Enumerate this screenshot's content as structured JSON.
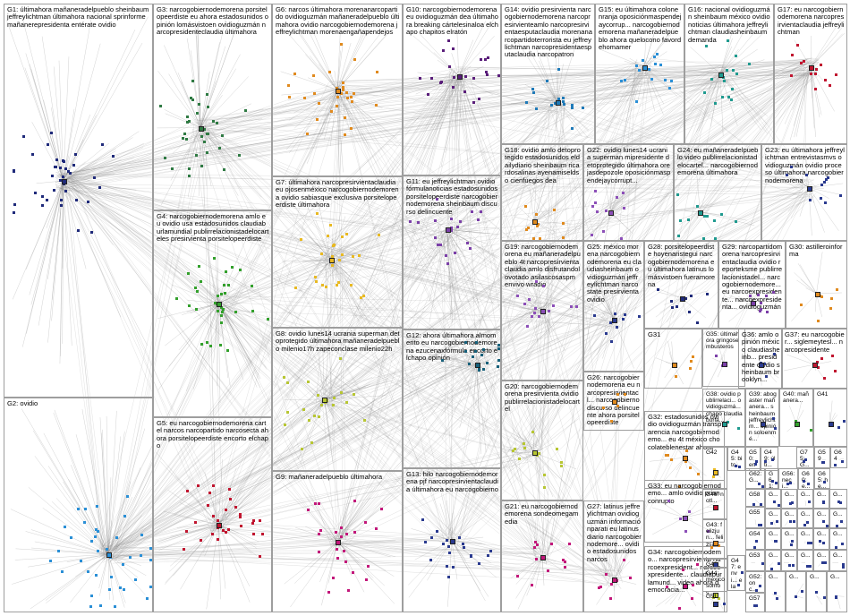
{
  "groups": [
    {
      "id": "G1",
      "label": "G1: últimahora mañaneradelpueblo sheinbaum jeffreylichtman últimahora nacional sprinforme mañanerepresidenta entérate ovidio",
      "color": "#1f2a7a"
    },
    {
      "id": "G2",
      "label": "G2: ovidio",
      "color": "#2a8fd6"
    },
    {
      "id": "G3",
      "label": "G3: narcogobiernodemorena porsitelopeerdiste eu ahora estadosunidos opinión lomásvistoen ovidioguzmán narcopresidenteclaudia últimahora",
      "color": "#2f7a43"
    },
    {
      "id": "G4",
      "label": "G4: narcogobiernodemorena amlo eu ovidio usa estadosunidos claudiaburlamundial publirrelacionistadelocarteles presirvienta porsitelopeerdiste",
      "color": "#33a02c"
    },
    {
      "id": "G5",
      "label": "G5: eu narcogobiernodemorena cartel narcos narcopartido narcosecta ahora porsitelopeerdiste encorto elchapo",
      "color": "#c0152f"
    },
    {
      "id": "G6",
      "label": "G6: narcos últimahora morenanarcopartido ovidioguzmán mañaneradelpueblo últimahora ovidio narcogobiernodemorena jeffreylichtman morenaengañapendejos",
      "color": "#e08a1e"
    },
    {
      "id": "G7",
      "label": "G7: últimahora narcopresirvientaclaudia eu ojosenméxico narcogobiernodemorena ovidio sabiasque exclusiva porsitelopeerdiste últimahora",
      "color": "#e8b923"
    },
    {
      "id": "G8",
      "label": "G8: ovidio lunes14 ucrania superman detoprotegido últimahora mañaneradelpueblo milenio17h zapeconclase milenio22h",
      "color": "#b7c633"
    },
    {
      "id": "G9",
      "label": "G9: mañaneradelpueblo últimahora",
      "color": "#c2177a"
    },
    {
      "id": "G10",
      "label": "G10: narcogobiernodemorena eu ovidioguzmán dea últimahora breaking cártelesinaloa elchapo chapitos elratón",
      "color": "#5a1e7a"
    },
    {
      "id": "G11",
      "label": "G11: eu jeffreylichtman ovidio fórmulanoticias estadosunidos porsitelopeerdiste narcogobiernodemorena sheinbaum discurso delincuente",
      "color": "#7b3fa8"
    },
    {
      "id": "G12",
      "label": "G12: ahora últimahora almomento eu narcogobiernodemorena ezucenaxfórmula encorto elchapo opinión",
      "color": "#17607a"
    },
    {
      "id": "G13",
      "label": "G13: hilo narcogobiernodemorena pjf narcopresirvientaclaudia últimahora eu narcogobierno",
      "color": "#2a3a8f"
    },
    {
      "id": "G14",
      "label": "G14: ovidio presirvienta narcogobiernodemorena narcopresirvienteamlo narcopresirvientaesputaclaudia morenanarcopartidoterrorista eu jeffreylichtman narcopresidentaesputaclaudia narcopatron",
      "color": "#1f7ab8"
    },
    {
      "id": "G15",
      "label": "G15: eu últimahora colonenranja oposiciónmaspendejaycorrup... narcogobiernodemorena mañaneradelpueblo ahora quelocono favordehomamer",
      "color": "#2a8fd6"
    },
    {
      "id": "G16",
      "label": "G16: nacional ovidioguzmán sheinbaum méxico ovidio noticias últimahora jeffreylichtman claudiasheinbaum demanda",
      "color": "#1f9a8f"
    },
    {
      "id": "G17",
      "label": "G17: eu narcogobiernodemorena narcopresirvientaclaudia jeffreylichtman",
      "color": "#c0152f"
    },
    {
      "id": "G18",
      "label": "G18: ovidio amlo detoprotegido estadosunidos eldailydiario sheinbaum ricardosalinas ayenamiseldso cienfuegos dea",
      "color": "#e08a1e"
    },
    {
      "id": "G19",
      "label": "G19: narcogobiernodemorena eu mañaneradelpueblo 4t narcopresirvientaclaudia amlo disfrutandolovotado asilascosaspm envivo wradio",
      "color": "#8c4fb8"
    },
    {
      "id": "G20",
      "label": "G20: narcogobiernodemorena presirvienta ovidio publirrelacionistadelocartel",
      "color": "#b7c633"
    },
    {
      "id": "G21",
      "label": "G21: eu narcogobiernodemorena sondeomegamedia",
      "color": "#c2177a"
    },
    {
      "id": "G22",
      "label": "G22: ovidio lunes14 ucrania superman mipresidente detoprotegido últimahora orejasdepozole oposiciónmaspendejaycorrupt...",
      "color": "#8c4fb8"
    },
    {
      "id": "G23",
      "label": "G23: eu últimahora jeffreylichtman entrevistasmvs ovidioguzmán ovidio proceso últimahora narcogobiernodemorena",
      "color": "#2a3a8f"
    },
    {
      "id": "G24",
      "label": "G24: eu mañaneradelpueblo video publirrelacionistadelocartel... narcogobiernodemorena últimahora",
      "color": "#1f9a8f"
    },
    {
      "id": "G25",
      "label": "G25: méxico morena narcogobiernodemorena eu claudiasheinbaum ovidioguzmán jeffreylichtman narcostate presirvienta ovidio",
      "color": "#2a3a8f"
    },
    {
      "id": "G26",
      "label": "G26: narcogobiernodemorena eu narcopresirvientacl... narcogobierno discurso delincuente ahora porsitelopeerdiste",
      "color": "#e08a1e"
    },
    {
      "id": "G27",
      "label": "G27: latinus jeffreylichtman ovidioguzmán informaciónparati eu latinusdiario narcogobiernodemore... ovidio estadosunidos narcos",
      "color": "#c2177a"
    },
    {
      "id": "G28",
      "label": "G28: porsitelopeerdiste hoyenaristegui narcogobiernodemorena eu últimahora latinus lomásvistoen fueramorena",
      "color": "#1f2a7a"
    },
    {
      "id": "G29",
      "label": "G29: narcopartidomorena narcopresirvientaclaudia ovidio reporteksme publirrelacionistadel... narcogobiernodemore... eu narcoexpresidente... narcoexpresidenta... ovidioguzmán",
      "color": "#7b3fa8"
    },
    {
      "id": "G30",
      "label": "G30: astilleroinforma",
      "color": "#e08a1e"
    },
    {
      "id": "G31",
      "label": "G31",
      "color": "#e08a1e"
    },
    {
      "id": "G32",
      "label": "G32: estadosunidos ovidio ovidioguzmán transparencia narcogobiernodemo... eu 4t méxico chocolateblenestar ahora",
      "color": "#e08a1e"
    },
    {
      "id": "G33",
      "label": "G33: eu narcogobiernodemo... amlo ovidio prianconrupto",
      "color": "#8c4fb8"
    },
    {
      "id": "G34",
      "label": "G34: narcogobiernodemo... narcopresirvienta narcoexpresident... narcoexpresidente... claudiaburlamund... video ahora democracia...",
      "color": "#c2177a"
    },
    {
      "id": "G35",
      "label": "G35: últimahora gringosembusteros",
      "color": "#7b3fa8"
    },
    {
      "id": "G36",
      "label": "G36: amlo opinión méxico claudiasheinb... presidente ovidio sheinbaum brooklyn...",
      "color": "#2a3a8f"
    },
    {
      "id": "G37",
      "label": "G37: eu narcogobier... siglemeytesl... narcopresidente",
      "color": "#c0152f"
    },
    {
      "id": "G38",
      "label": "G38: ovidio publirrelaci... ovidioguzmá... chapo claudiaburla...",
      "color": "#1f9a8f"
    },
    {
      "id": "G39",
      "label": "G39: abogaster mañanera... sheinbaum jeffreylichtm... opinión soloenmé...",
      "color": "#2a3a8f"
    },
    {
      "id": "G40",
      "label": "G40: mañanera...",
      "color": "#33a02c"
    },
    {
      "id": "G41",
      "label": "G41",
      "color": "#2a3a8f"
    },
    {
      "id": "G42",
      "label": "G42",
      "color": "#e8b923"
    },
    {
      "id": "G43",
      "label": "G43: felizjun... felizsá...",
      "color": "#e08a1e"
    },
    {
      "id": "G44",
      "label": "G44: méxico somos...",
      "color": "#b7c633"
    },
    {
      "id": "G45",
      "label": "G45: bitc... tru...",
      "color": "#2a3a8f"
    },
    {
      "id": "G46",
      "label": "G46: notl...",
      "color": "#c0152f"
    },
    {
      "id": "G47",
      "label": "G47: envi... elas...",
      "color": "#2a3a8f"
    },
    {
      "id": "G48",
      "label": "G48",
      "color": "#2a3a8f"
    },
    {
      "id": "G49",
      "label": "G49: últi...",
      "color": "#2a3a8f"
    },
    {
      "id": "G50",
      "label": "G50: eni...",
      "color": "#2a3a8f"
    },
    {
      "id": "G51",
      "label": "G51",
      "color": "#2a3a8f"
    },
    {
      "id": "G52",
      "label": "G52: onc...",
      "color": "#2a3a8f"
    },
    {
      "id": "G53",
      "label": "G53",
      "color": "#2a3a8f"
    },
    {
      "id": "G54",
      "label": "G54",
      "color": "#2a3a8f"
    },
    {
      "id": "G55",
      "label": "G55",
      "color": "#2a3a8f"
    },
    {
      "id": "G56",
      "label": "G56: neci...",
      "color": "#2a3a8f"
    },
    {
      "id": "G57",
      "label": "G57",
      "color": "#2a3a8f"
    },
    {
      "id": "G58",
      "label": "G58",
      "color": "#2a3a8f"
    },
    {
      "id": "G59",
      "label": "G59",
      "color": "#2a3a8f"
    },
    {
      "id": "G60",
      "label": "G60: e...",
      "color": "#2a3a8f"
    },
    {
      "id": "G61",
      "label": "G61: 14...",
      "color": "#2a3a8f"
    },
    {
      "id": "G62",
      "label": "G62: G...",
      "color": "#2a3a8f"
    },
    {
      "id": "G63",
      "label": "G63",
      "color": "#2a3a8f"
    },
    {
      "id": "G64",
      "label": "G64",
      "color": "#2a3a8f"
    },
    {
      "id": "G65",
      "label": "G65: he...",
      "color": "#2a3a8f"
    },
    {
      "id": "G66",
      "label": "G...",
      "color": "#2a3a8f"
    },
    {
      "id": "G67",
      "label": "G...",
      "color": "#2a3a8f"
    },
    {
      "id": "G68",
      "label": "G...",
      "color": "#2a3a8f"
    },
    {
      "id": "G69",
      "label": "G...",
      "color": "#2a3a8f"
    },
    {
      "id": "G70",
      "label": "G...",
      "color": "#2a3a8f"
    },
    {
      "id": "G71",
      "label": "G...",
      "color": "#2a3a8f"
    },
    {
      "id": "G72",
      "label": "G...",
      "color": "#2a3a8f"
    },
    {
      "id": "G73",
      "label": "G...",
      "color": "#2a3a8f"
    },
    {
      "id": "G74",
      "label": "G...",
      "color": "#2a3a8f"
    },
    {
      "id": "G75",
      "label": "G75: G...",
      "color": "#2a3a8f"
    },
    {
      "id": "G76",
      "label": "G...",
      "color": "#2a3a8f"
    },
    {
      "id": "G77",
      "label": "G...",
      "color": "#2a3a8f"
    },
    {
      "id": "G78",
      "label": "G...",
      "color": "#2a3a8f"
    },
    {
      "id": "G79",
      "label": "G...",
      "color": "#2a3a8f"
    },
    {
      "id": "G80",
      "label": "G...",
      "color": "#2a3a8f"
    },
    {
      "id": "G81",
      "label": "G...",
      "color": "#2a3a8f"
    },
    {
      "id": "G82",
      "label": "G...",
      "color": "#2a3a8f"
    },
    {
      "id": "G83",
      "label": "G...",
      "color": "#2a3a8f"
    },
    {
      "id": "G84",
      "label": "G...",
      "color": "#2a3a8f"
    },
    {
      "id": "G85",
      "label": "G...",
      "color": "#2a3a8f"
    },
    {
      "id": "G86",
      "label": "G...",
      "color": "#2a3a8f"
    },
    {
      "id": "G87",
      "label": "G...",
      "color": "#2a3a8f"
    },
    {
      "id": "G88",
      "label": "G...",
      "color": "#2a3a8f"
    },
    {
      "id": "G89",
      "label": "G...",
      "color": "#2a3a8f"
    },
    {
      "id": "G90",
      "label": "G...",
      "color": "#2a3a8f"
    }
  ],
  "colors": {
    "edge": "#8a8a8a",
    "border": "#9e9e9e",
    "background": "#ffffff"
  }
}
